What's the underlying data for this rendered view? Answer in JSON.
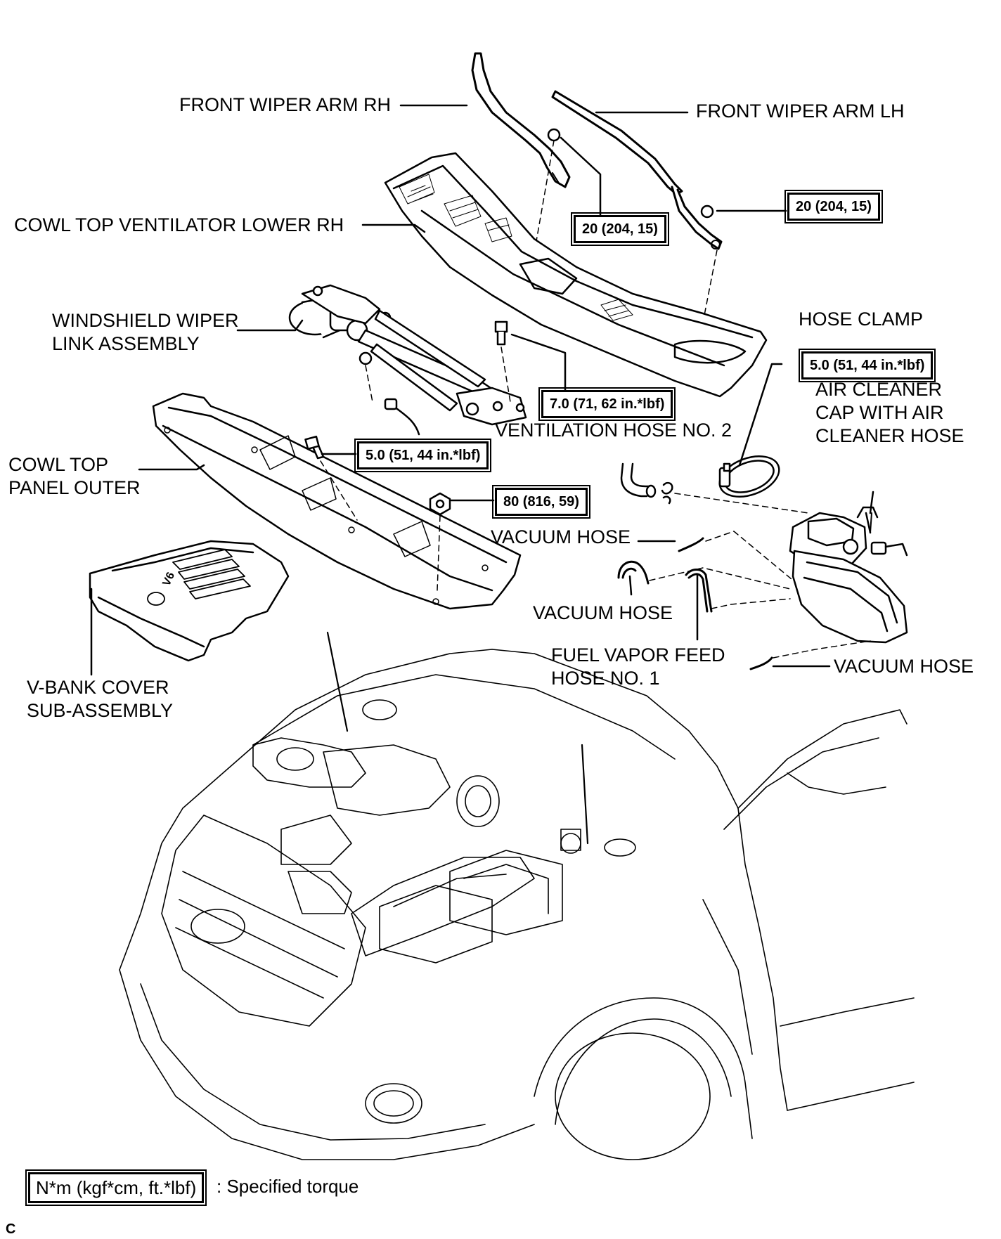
{
  "labels": {
    "front_wiper_arm_rh": "FRONT WIPER ARM RH",
    "front_wiper_arm_lh": "FRONT WIPER ARM LH",
    "cowl_top_ventilator_lower_rh": "COWL TOP VENTILATOR LOWER RH",
    "windshield_wiper_link_assembly": "WINDSHIELD WIPER\nLINK ASSEMBLY",
    "hose_clamp": "HOSE CLAMP",
    "air_cleaner_cap": "AIR CLEANER\nCAP WITH AIR\nCLEANER HOSE",
    "ventilation_hose_no2": "VENTILATION HOSE NO. 2",
    "cowl_top_panel_outer": "COWL TOP\nPANEL OUTER",
    "vacuum_hose_1": "VACUUM HOSE",
    "vacuum_hose_2": "VACUUM HOSE",
    "vacuum_hose_3": "VACUUM HOSE",
    "fuel_vapor_feed_hose": "FUEL VAPOR FEED\nHOSE NO. 1",
    "v_bank_cover": "V-BANK COVER\nSUB-ASSEMBLY",
    "engine_cover_mark": "V6"
  },
  "torques": {
    "wiper_rh": "20 (204, 15)",
    "wiper_lh": "20 (204, 15)",
    "link_bolt": "7.0 (71, 62 in.*lbf)",
    "hose_clamp": "5.0 (51, 44 in.*lbf)",
    "panel_bolt": "5.0 (51, 44 in.*lbf)",
    "panel_nut": "80 (816, 59)"
  },
  "legend": {
    "unit_box": "N*m (kgf*cm, ft.*lbf)",
    "text": ": Specified torque"
  },
  "figure_mark": "C"
}
